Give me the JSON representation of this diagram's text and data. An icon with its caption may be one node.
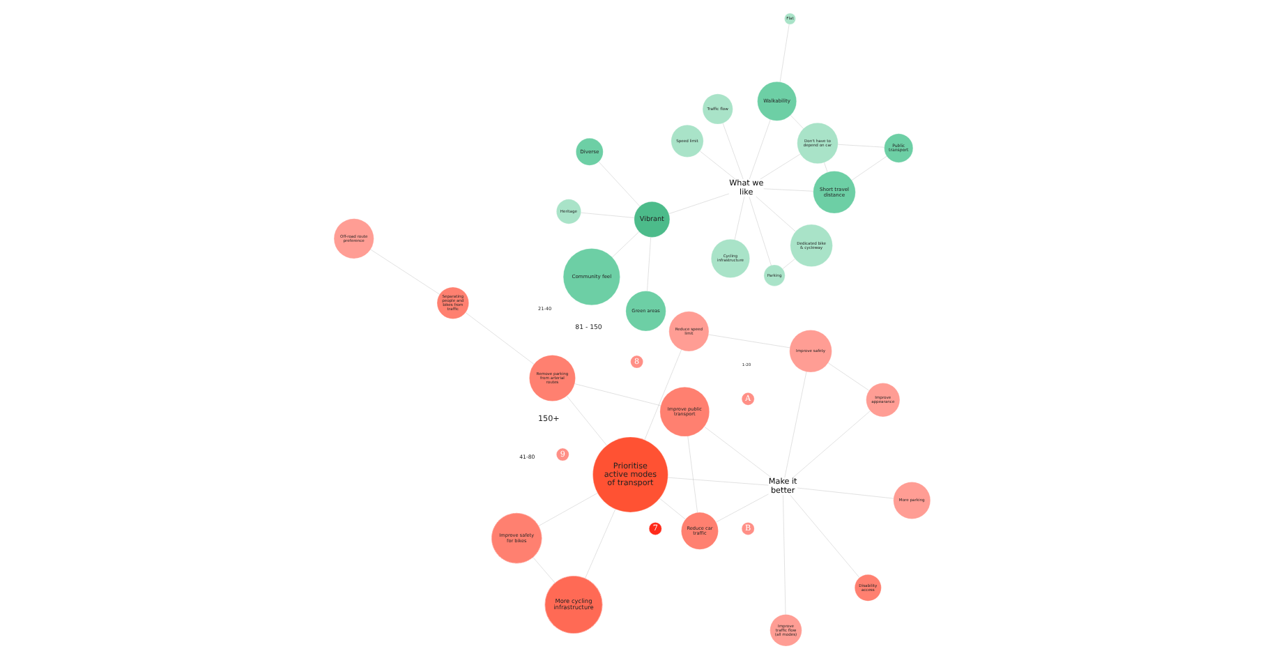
{
  "diagram": {
    "nodes": [
      {
        "text": [
          "What we like"
        ]
      },
      {
        "text": [
          "Vibrant"
        ]
      },
      {
        "text": [
          "Green areas"
        ]
      },
      {
        "text": [
          "Heritage"
        ]
      },
      {
        "text": [
          "Diverse"
        ]
      },
      {
        "text": [
          "Community feel"
        ]
      },
      {
        "text": [
          "Walkability"
        ]
      },
      {
        "text": [
          "Flat"
        ]
      },
      {
        "text": [
          "Don't have to depend on car"
        ]
      },
      {
        "text": [
          "Public transport"
        ]
      },
      {
        "text": [
          "Short travel distance"
        ]
      },
      {
        "text": [
          "Traffic flow"
        ]
      },
      {
        "text": [
          "Parking"
        ]
      },
      {
        "text": [
          "Dedicated bike & cycleway"
        ]
      },
      {
        "text": [
          "Cycling infrastructure"
        ]
      },
      {
        "text": [
          "Speed limit"
        ]
      },
      {
        "text": [
          "Make it better"
        ]
      },
      {
        "text": [
          "Prioritise active modes of transport"
        ]
      },
      {
        "text": [
          "Improve safety for bikes"
        ]
      },
      {
        "text": [
          "More cycling infrastructure"
        ]
      },
      {
        "text": [
          "Off-road route preference"
        ]
      },
      {
        "text": [
          "Separating people and bikes from traffic"
        ]
      },
      {
        "text": [
          "Remove parking from arterial routes"
        ]
      },
      {
        "text": [
          "Improve public transport"
        ]
      },
      {
        "text": [
          "Reduce car traffic"
        ]
      },
      {
        "text": [
          "Disability access"
        ]
      },
      {
        "text": [
          "More parking"
        ]
      },
      {
        "text": [
          "Reduce speed limit"
        ]
      },
      {
        "text": [
          "Improve safety"
        ]
      },
      {
        "text": [
          "Improve appearance"
        ]
      },
      {
        "text": [
          "Improve traffic flow (all modes)"
        ]
      },
      {
        "text": [
          "8"
        ]
      },
      {
        "text": [
          "9"
        ]
      },
      {
        "text": [
          "7"
        ]
      },
      {
        "text": [
          "B"
        ]
      },
      {
        "text": [
          "A"
        ]
      }
    ],
    "edges": [
      {
        "from": 0,
        "to": 1,
        "arrow": "none"
      },
      {
        "from": 1,
        "to": 2,
        "arrow": "none"
      },
      {
        "from": 1,
        "to": 3,
        "arrow": "none"
      },
      {
        "from": 1,
        "to": 4,
        "arrow": "none"
      },
      {
        "from": 1,
        "to": 5,
        "arrow": "none"
      },
      {
        "from": 0,
        "to": 6,
        "arrow": "none"
      },
      {
        "from": 6,
        "to": 7,
        "arrow": "none"
      },
      {
        "from": 6,
        "to": 8,
        "arrow": "none"
      },
      {
        "from": 0,
        "to": 8,
        "arrow": "none"
      },
      {
        "from": 8,
        "to": 9,
        "arrow": "none"
      },
      {
        "from": 8,
        "to": 10,
        "arrow": "none"
      },
      {
        "from": 0,
        "to": 10,
        "arrow": "none"
      },
      {
        "from": 10,
        "to": 9,
        "arrow": "none"
      },
      {
        "from": 0,
        "to": 11,
        "arrow": "none"
      },
      {
        "from": 0,
        "to": 12,
        "arrow": "none"
      },
      {
        "from": 12,
        "to": 13,
        "arrow": "none"
      },
      {
        "from": 0,
        "to": 13,
        "arrow": "none"
      },
      {
        "from": 0,
        "to": 14,
        "arrow": "none"
      },
      {
        "from": 0,
        "to": 15,
        "arrow": "none"
      },
      {
        "from": 17,
        "to": 18,
        "arrow": "none"
      },
      {
        "from": 17,
        "to": 19,
        "arrow": "none"
      },
      {
        "from": 18,
        "to": 19,
        "arrow": "none"
      },
      {
        "from": 20,
        "to": 21,
        "arrow": "none"
      },
      {
        "from": 21,
        "to": 22,
        "arrow": "none"
      },
      {
        "from": 22,
        "to": 17,
        "arrow": "none"
      },
      {
        "from": 22,
        "to": 23,
        "arrow": "none"
      },
      {
        "from": 23,
        "to": 24,
        "arrow": "none"
      },
      {
        "from": 24,
        "to": 17,
        "arrow": "none"
      },
      {
        "from": 23,
        "to": 16,
        "arrow": "none"
      },
      {
        "from": 24,
        "to": 16,
        "arrow": "none"
      },
      {
        "from": 25,
        "to": 16,
        "arrow": "none"
      },
      {
        "from": 17,
        "to": 16,
        "arrow": "none"
      },
      {
        "from": 17,
        "to": 27,
        "arrow": "none"
      },
      {
        "from": 27,
        "to": 28,
        "arrow": "none"
      },
      {
        "from": 28,
        "to": 16,
        "arrow": "none"
      },
      {
        "from": 28,
        "to": 29,
        "arrow": "none"
      },
      {
        "from": 29,
        "to": 16,
        "arrow": "none"
      },
      {
        "from": 26,
        "to": 16,
        "arrow": "none"
      },
      {
        "from": 16,
        "to": 30,
        "arrow": "none"
      }
    ],
    "labels": [
      "1-20",
      "21-40",
      "41-80",
      "81 - 150",
      "150+"
    ]
  }
}
